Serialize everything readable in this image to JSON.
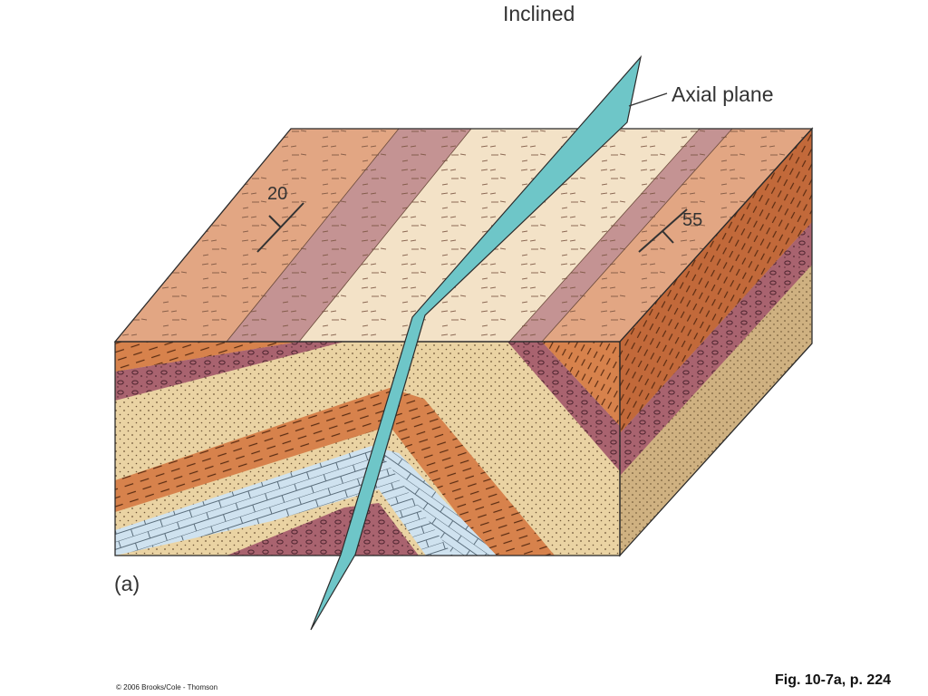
{
  "labels": {
    "title": "Inclined",
    "axial_plane": "Axial plane",
    "part": "(a)",
    "dip_left": "20",
    "dip_right": "55",
    "copyright": "© 2006 Brooks/Cole - Thomson",
    "figure_ref": "Fig. 10-7a, p. 224"
  },
  "colors": {
    "tan_bed": "#e2a683",
    "mauve_bed": "#c49393",
    "cream_bed": "#f3e2c7",
    "sandstone": "#ead3a3",
    "sandstone_side": "#cfb181",
    "shale": "#d7824c",
    "shale_side": "#c2693a",
    "conglomerate": "#a9636f",
    "limestone": "#cfe2ef",
    "axial_plane": "#6ec6c8"
  }
}
